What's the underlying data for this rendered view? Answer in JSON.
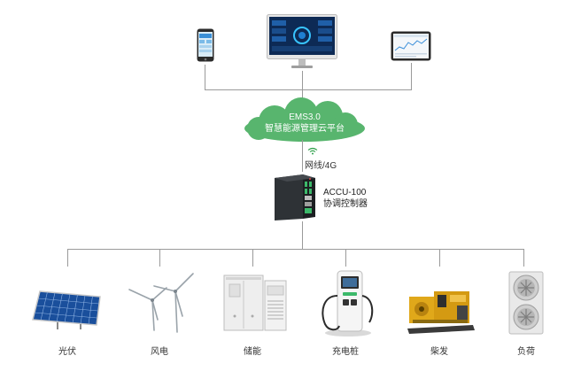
{
  "top_devices": [
    {
      "name": "phone",
      "icon": "smartphone-icon"
    },
    {
      "name": "monitor",
      "icon": "desktop-monitor-icon"
    },
    {
      "name": "tablet",
      "icon": "tablet-icon"
    }
  ],
  "cloud": {
    "line1": "EMS3.0",
    "line2": "智慧能源管理云平台",
    "color": "#58b56e"
  },
  "link": {
    "label": "网线/4G",
    "icon": "wifi-icon"
  },
  "controller": {
    "model": "ACCU-100",
    "name": "协调控制器",
    "icon": "controller-device-icon"
  },
  "endpoints": [
    {
      "label": "光伏",
      "icon": "solar-panel-icon"
    },
    {
      "label": "风电",
      "icon": "wind-turbine-icon"
    },
    {
      "label": "储能",
      "icon": "energy-storage-cabinet-icon"
    },
    {
      "label": "充电桩",
      "icon": "ev-charger-icon"
    },
    {
      "label": "柴发",
      "icon": "diesel-generator-icon"
    },
    {
      "label": "负荷",
      "icon": "load-unit-icon"
    }
  ],
  "colors": {
    "line": "#9a9a9a",
    "cloud": "#58b56e"
  }
}
